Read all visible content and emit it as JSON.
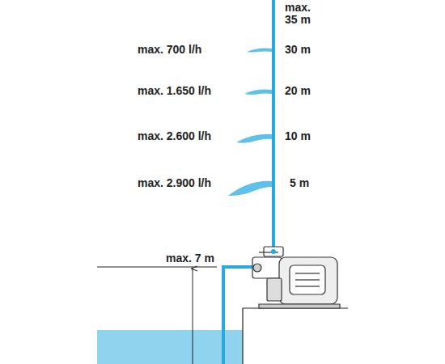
{
  "diagram": {
    "labels": [
      "max. 35 m",
      "max. 700 l/h",
      "30 m",
      "max. 1.650 l/h",
      "20 m",
      "max. 2.600 l/h",
      "10 m",
      "max. 2.900 l/h",
      "5 m",
      "max. 7 m"
    ]
  }
}
